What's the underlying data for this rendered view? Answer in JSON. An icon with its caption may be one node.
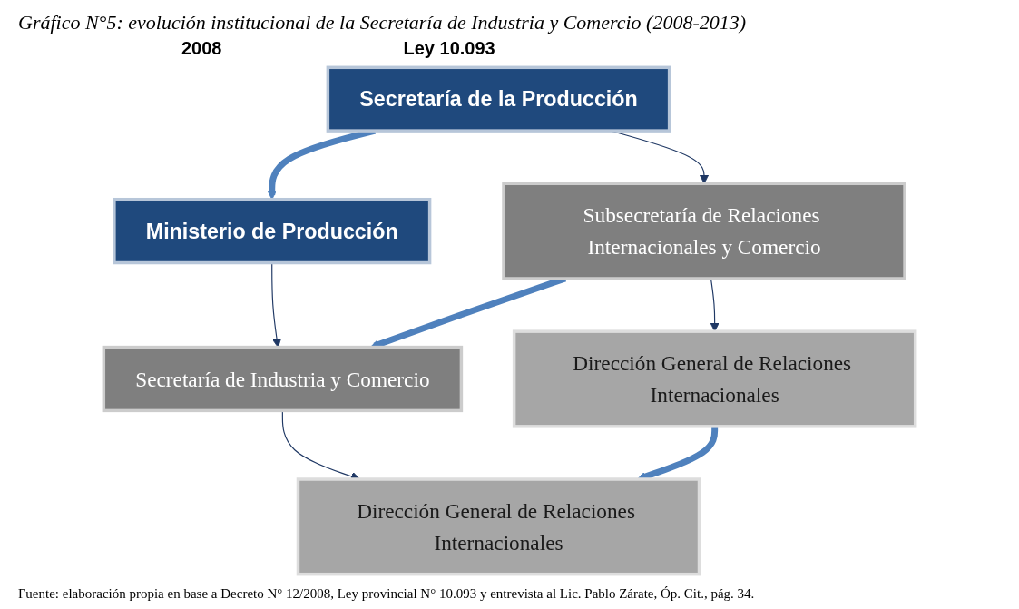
{
  "diagram": {
    "title": "Gráfico N°5: evolución institucional de la Secretaría de Industria y Comercio  (2008-2013)",
    "nodes": [
      {
        "text": [
          "Secretaría de la Producción"
        ]
      },
      {
        "text": [
          "Subsecretaría de Relaciones Internacionales y Comercio"
        ]
      },
      {
        "text": [
          "Dirección General de Relaciones Internacionales"
        ]
      },
      {
        "text": [
          "Ministerio de Producción"
        ]
      },
      {
        "text": [
          "Secretaría de Industria y Comercio"
        ]
      },
      {
        "text": [
          "Dirección General de Relaciones Internacionales"
        ]
      }
    ],
    "edges": [
      {
        "from": 0,
        "to": 1,
        "arrow": "to"
      },
      {
        "from": 1,
        "to": 2,
        "arrow": "to"
      },
      {
        "from": 3,
        "to": 4,
        "arrow": "to"
      },
      {
        "from": 4,
        "to": 5,
        "arrow": "to"
      },
      {
        "from": 0,
        "to": 3,
        "arrow": "to",
        "style": "thick",
        "color": "#4f81bd"
      },
      {
        "from": 1,
        "to": 4,
        "arrow": "to",
        "style": "thick",
        "color": "#4f81bd"
      },
      {
        "from": 2,
        "to": 5,
        "arrow": "to",
        "style": "thick",
        "color": "#4f81bd"
      }
    ],
    "labels": [
      "2008",
      "Ley 10.093"
    ],
    "caption": "Fuente: elaboración propia en base a Decreto N° 12/2008, Ley provincial N° 10.093 y entrevista al Lic. Pablo Zárate, Óp. Cit., pág. 34."
  }
}
